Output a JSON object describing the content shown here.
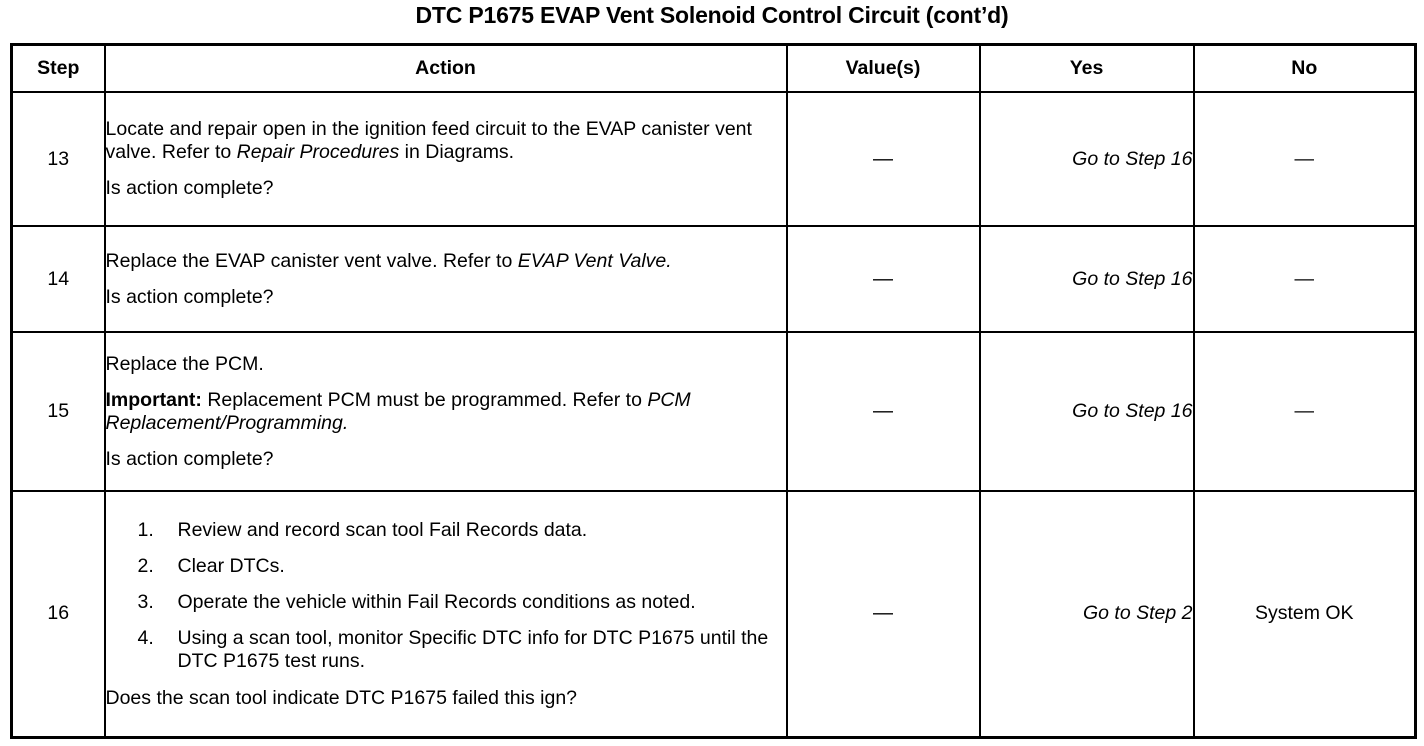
{
  "document": {
    "title": "DTC P1675 EVAP Vent Solenoid Control Circuit (cont’d)"
  },
  "table": {
    "headers": {
      "step": "Step",
      "action": "Action",
      "values": "Value(s)",
      "yes": "Yes",
      "no": "No"
    },
    "rows": [
      {
        "step": "13",
        "action": {
          "paragraphs": [
            {
              "segments": [
                {
                  "text": "Locate and repair open in the ignition feed circuit to the EVAP canister vent valve. Refer to ",
                  "style": "normal"
                },
                {
                  "text": "Repair Procedures",
                  "style": "italic"
                },
                {
                  "text": " in Diagrams.",
                  "style": "normal"
                }
              ]
            }
          ],
          "list": [],
          "question": "Is action complete?"
        },
        "value": "—",
        "yes": "Go to Step 16",
        "yes_style": "italic",
        "no": "—",
        "no_style": "dash"
      },
      {
        "step": "14",
        "action": {
          "paragraphs": [
            {
              "segments": [
                {
                  "text": "Replace the EVAP canister vent valve. Refer to ",
                  "style": "normal"
                },
                {
                  "text": "EVAP Vent Valve.",
                  "style": "italic"
                }
              ]
            }
          ],
          "list": [],
          "question": "Is action complete?"
        },
        "value": "—",
        "yes": "Go to Step 16",
        "yes_style": "italic",
        "no": "—",
        "no_style": "dash"
      },
      {
        "step": "15",
        "action": {
          "paragraphs": [
            {
              "segments": [
                {
                  "text": "Replace the PCM.",
                  "style": "normal"
                }
              ]
            },
            {
              "segments": [
                {
                  "text": "Important:",
                  "style": "bold"
                },
                {
                  "text": " Replacement PCM must be programmed. Refer to ",
                  "style": "normal"
                },
                {
                  "text": "PCM Replacement/Programming.",
                  "style": "italic"
                }
              ]
            }
          ],
          "list": [],
          "question": "Is action complete?"
        },
        "value": "—",
        "yes": "Go to Step 16",
        "yes_style": "italic",
        "no": "—",
        "no_style": "dash"
      },
      {
        "step": "16",
        "action": {
          "paragraphs": [],
          "list": [
            {
              "num": "1.",
              "text": "Review and record scan tool Fail Records data."
            },
            {
              "num": "2.",
              "text": "Clear DTCs."
            },
            {
              "num": "3.",
              "text": "Operate the vehicle within Fail Records conditions as noted."
            },
            {
              "num": "4.",
              "text": "Using a scan tool, monitor Specific DTC info for DTC P1675 until the DTC P1675 test runs."
            }
          ],
          "question": "Does the scan tool indicate DTC P1675 failed this ign?"
        },
        "value": "—",
        "yes": "Go to Step 2",
        "yes_style": "italic",
        "no": "System OK",
        "no_style": "word"
      }
    ]
  }
}
